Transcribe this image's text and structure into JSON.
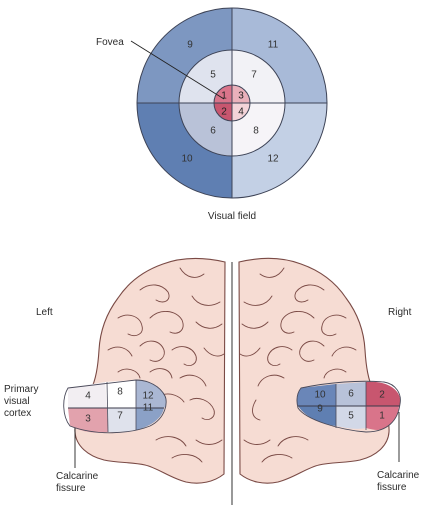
{
  "visual_field": {
    "fovea_label": "Fovea",
    "caption": "Visual field",
    "regions": {
      "r1": "1",
      "r2": "2",
      "r3": "3",
      "r4": "4",
      "r5": "5",
      "r6": "6",
      "r7": "7",
      "r8": "8",
      "r9": "9",
      "r10": "10",
      "r11": "11",
      "r12": "12"
    }
  },
  "brain": {
    "left_label": "Left",
    "right_label": "Right",
    "primary_visual_cortex_label": [
      "Primary",
      "visual",
      "cortex"
    ],
    "calcarine_left_label": [
      "Calcarine",
      "fissure"
    ],
    "calcarine_right_label": [
      "Calcarine",
      "fissure"
    ],
    "left_cortex_numbers": [
      "4",
      "8",
      "12",
      "3",
      "7",
      "11"
    ],
    "right_cortex_numbers": [
      "10",
      "6",
      "2",
      "9",
      "5",
      "1"
    ]
  },
  "colors": {
    "fovea_red": "#d9748a",
    "fovea_light": "#eab1bb",
    "inner_ring_light": "#f4f0f4",
    "inner_ring_mid": "#c9cfe0",
    "outer_blue_dark": "#5f7fb2",
    "outer_blue_mid": "#8aa2c8",
    "outer_blue_light": "#b7c6de",
    "brain_skin": "#f6dcd3",
    "gyri_line": "#7a4a45"
  }
}
